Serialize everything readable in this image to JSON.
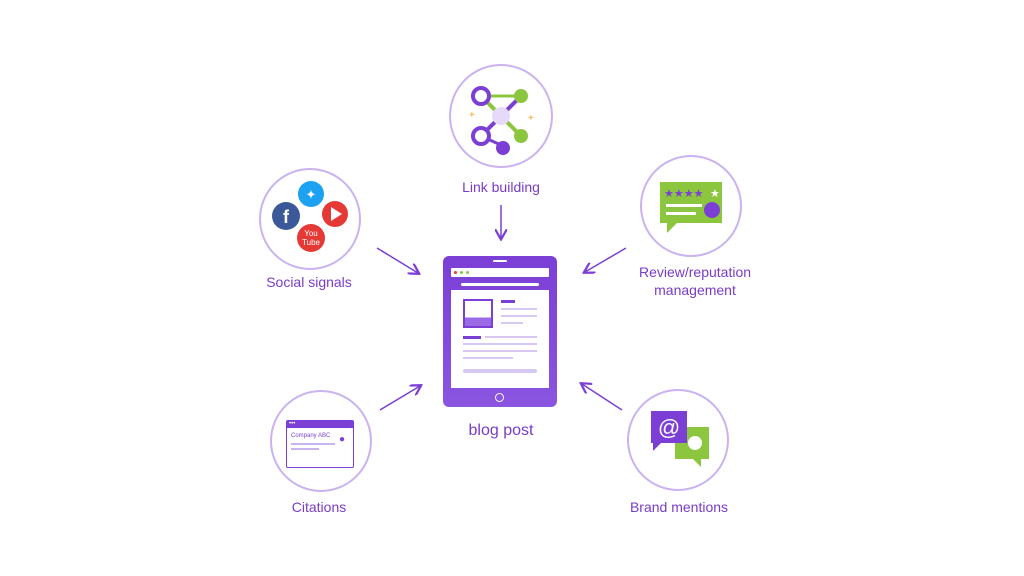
{
  "center": {
    "label": "blog post"
  },
  "nodes": {
    "link_building": "Link building",
    "social_signals": "Social signals",
    "review": "Review/reputation management",
    "review_line1": "Review/reputation",
    "review_line2": "management",
    "citations": "Citations",
    "citation_card_text": "Company ABC",
    "brand_mentions": "Brand mentions",
    "youtube_text": "You Tube"
  },
  "colors": {
    "accent": "#7b3fd6",
    "green": "#8cc63f",
    "text": "#7a3cc8"
  }
}
